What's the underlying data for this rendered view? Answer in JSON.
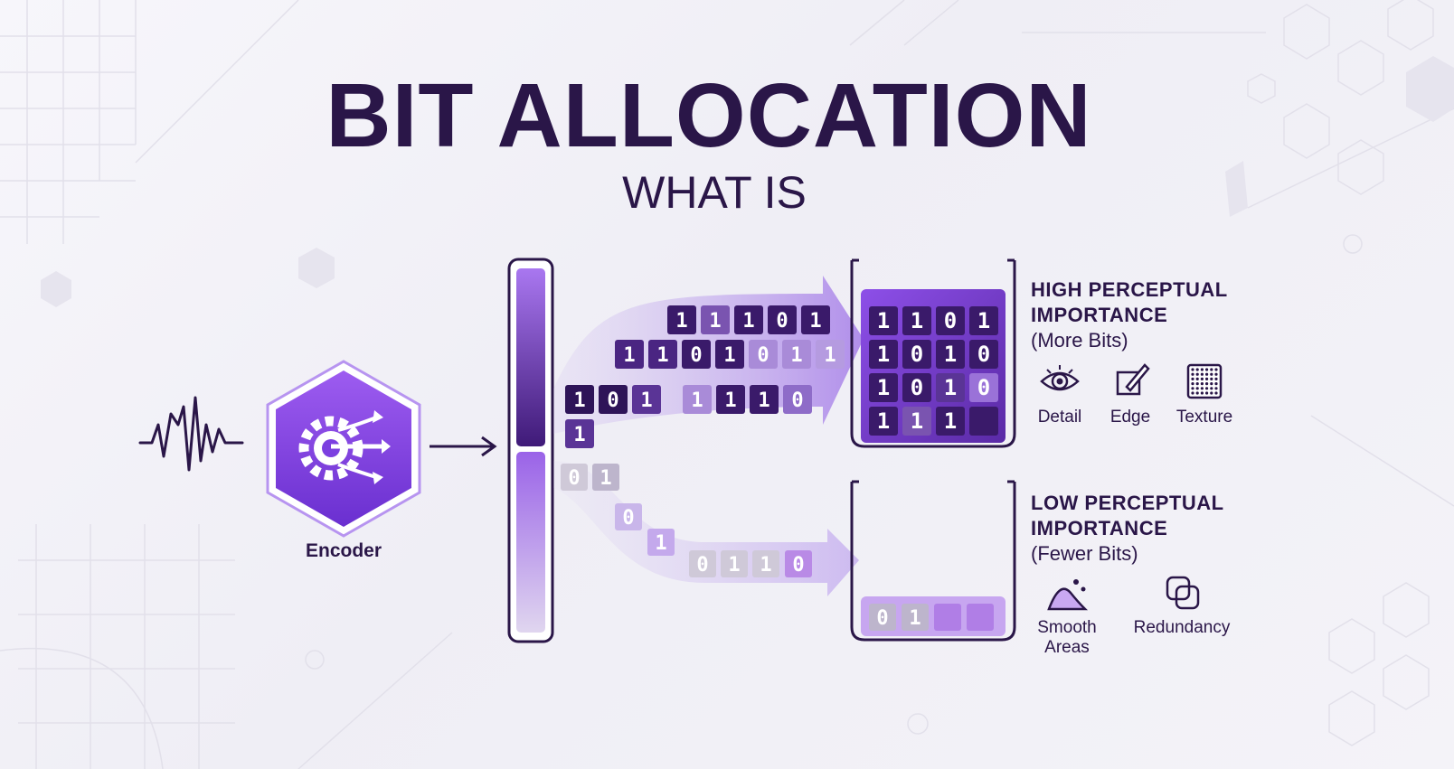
{
  "title": "BIT ALLOCATION",
  "subtitle": "WHAT IS",
  "encoder": {
    "label": "Encoder",
    "icon": "gear-arrows-icon"
  },
  "input_icon": "waveform-icon",
  "high": {
    "heading_line1": "HIGH PERCEPTUAL",
    "heading_line2": "IMPORTANCE",
    "note": "(More Bits)",
    "icons": [
      {
        "label": "Detail",
        "icon": "eye-icon"
      },
      {
        "label": "Edge",
        "icon": "edge-pencil-icon"
      },
      {
        "label": "Texture",
        "icon": "texture-grid-icon"
      }
    ],
    "stream_rows": [
      [
        "1",
        "1",
        "1",
        "0",
        "1"
      ],
      [
        "1",
        "1",
        "0",
        "1",
        "0",
        "1",
        "1"
      ],
      [
        "1",
        "0",
        "1",
        "1",
        "1",
        "1",
        "0"
      ],
      [
        "1"
      ]
    ],
    "grid": [
      [
        "1",
        "1",
        "0",
        "1"
      ],
      [
        "1",
        "0",
        "1",
        "0"
      ],
      [
        "1",
        "0",
        "1",
        "0"
      ],
      [
        "1",
        "1",
        "1",
        ""
      ]
    ]
  },
  "low": {
    "heading_line1": "LOW PERCEPTUAL",
    "heading_line2": "IMPORTANCE",
    "note": "(Fewer Bits)",
    "icons": [
      {
        "label_line1": "Smooth",
        "label_line2": "Areas",
        "icon": "smooth-curve-icon"
      },
      {
        "label": "Redundancy",
        "icon": "overlap-squares-icon"
      }
    ],
    "stream_rows": [
      [
        "0",
        "1"
      ],
      [
        "0"
      ],
      [
        "1"
      ],
      [
        "0",
        "1",
        "1",
        "0"
      ]
    ],
    "bucket": [
      "0",
      "1",
      "",
      ""
    ]
  },
  "colors": {
    "primary": "#7b3fe0",
    "dark": "#2a1648",
    "deep_purple": "#4a1f86",
    "light_purple": "#c9a8f2"
  }
}
